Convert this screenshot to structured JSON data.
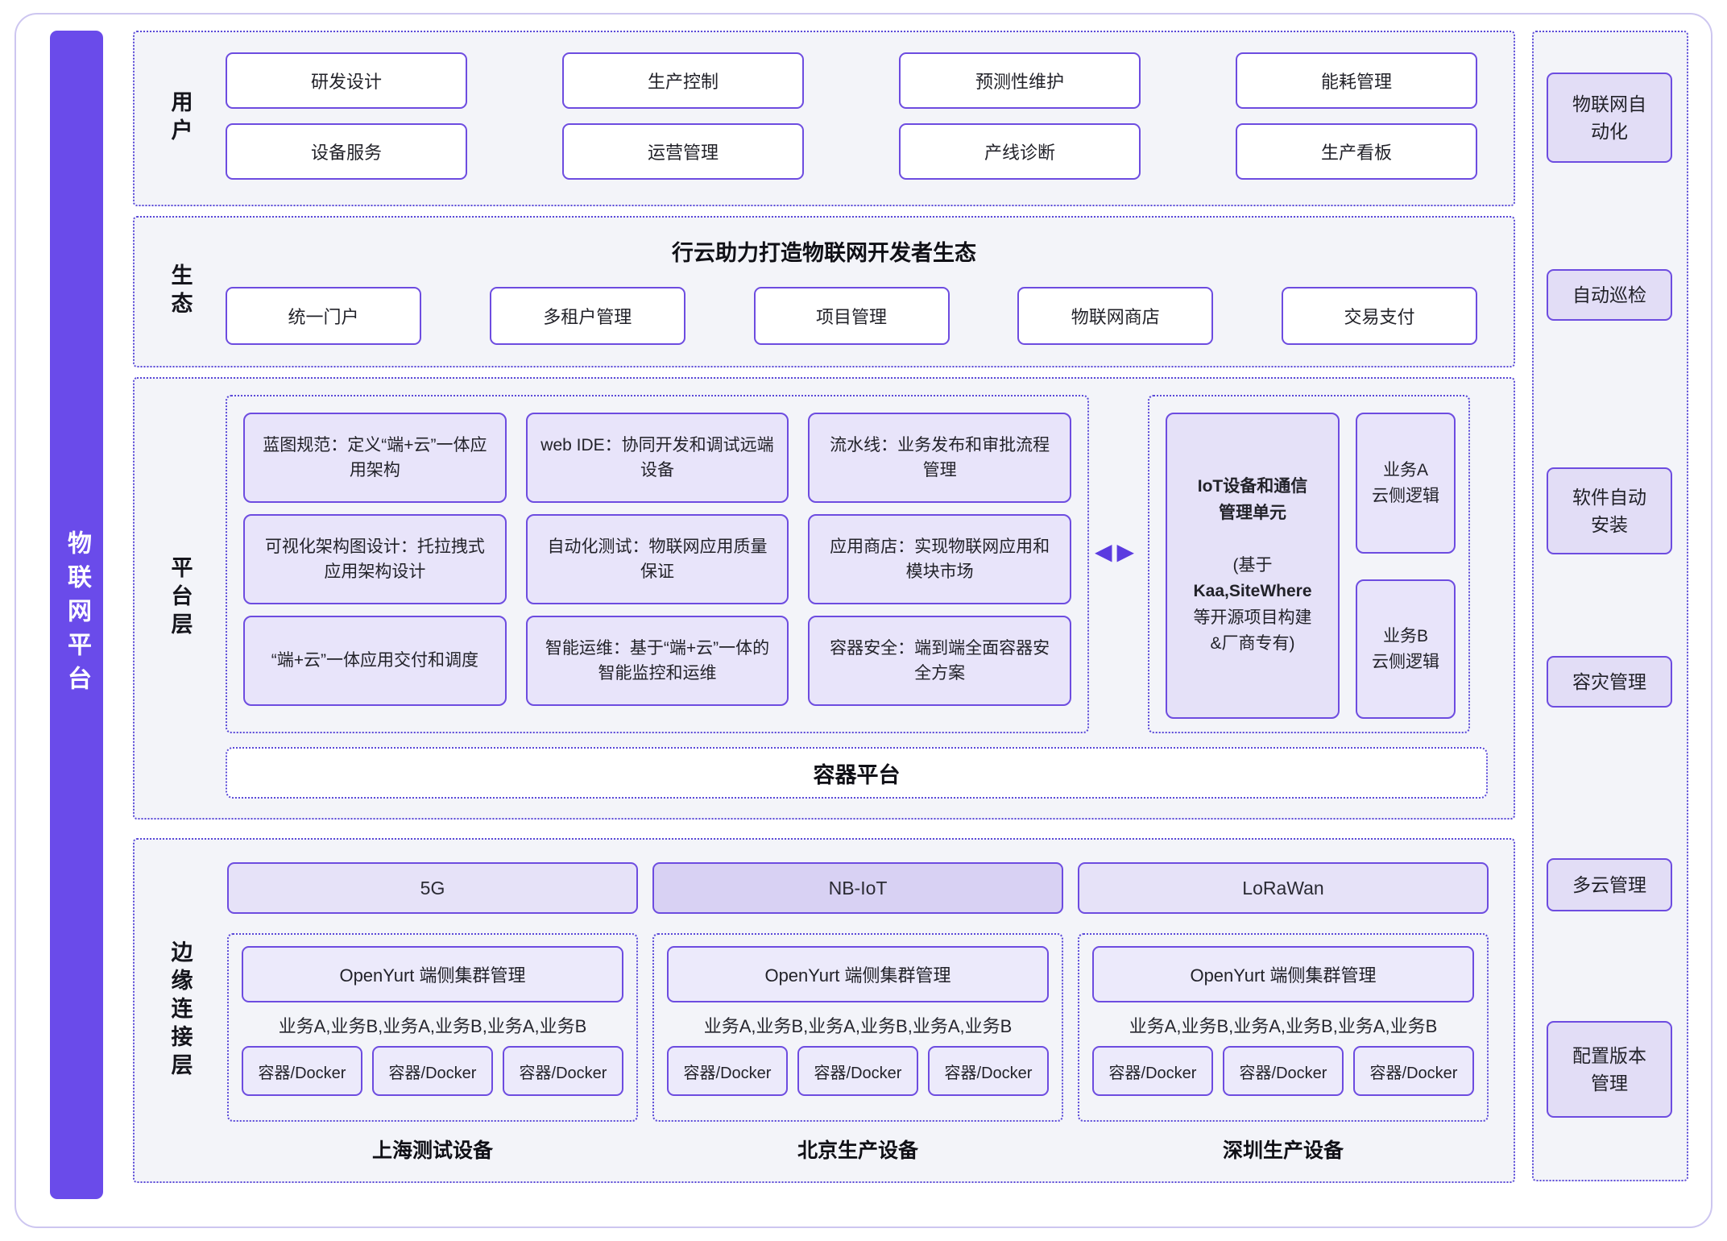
{
  "platform_bar": {
    "label": "物联网平台"
  },
  "sections": {
    "users": {
      "label": "用户",
      "boxes": [
        "研发设计",
        "生产控制",
        "预测性维护",
        "能耗管理",
        "设备服务",
        "运营管理",
        "产线诊断",
        "生产看板"
      ]
    },
    "ecosystem": {
      "label": "生态",
      "title": "行云助力打造物联网开发者生态",
      "boxes": [
        "统一门户",
        "多租户管理",
        "项目管理",
        "物联网商店",
        "交易支付"
      ]
    },
    "platform": {
      "label": "平台层",
      "capability_boxes": [
        "蓝图规范：定义“端+云”一体应用架构",
        "web IDE：协同开发和调试远端设备",
        "流水线：业务发布和审批流程管理",
        "可视化架构图设计：托拉拽式应用架构设计",
        "自动化测试：物联网应用质量保证",
        "应用商店：实现物联网应用和模块市场",
        "“端+云”一体应用交付和调度",
        "智能运维：基于“端+云”一体的智能监控和运维",
        "容器安全：端到端全面容器安全方案"
      ],
      "arrows": {
        "left": "◀",
        "right": "▶"
      },
      "iot_unit": {
        "title_line1": "IoT设备和通信",
        "title_line2": "管理单元",
        "sub_line1": "(基于",
        "sub_line2": "Kaa,SiteWhere",
        "sub_line3": "等开源项目构建",
        "sub_line4": "&厂商专有)"
      },
      "business_a": {
        "line1": "业务A",
        "line2": "云侧逻辑"
      },
      "business_b": {
        "line1": "业务B",
        "line2": "云侧逻辑"
      },
      "container_platform": "容器平台"
    },
    "edge": {
      "label": "边缘连接层",
      "clusters": [
        {
          "network": "5G",
          "cluster": "OpenYurt 端侧集群管理",
          "services": "业务A,业务B,业务A,业务B,业务A,业务B",
          "containers": [
            "容器/Docker",
            "容器/Docker",
            "容器/Docker"
          ],
          "site": "上海测试设备"
        },
        {
          "network": "NB-IoT",
          "cluster": "OpenYurt 端侧集群管理",
          "services": "业务A,业务B,业务A,业务B,业务A,业务B",
          "containers": [
            "容器/Docker",
            "容器/Docker",
            "容器/Docker"
          ],
          "site": "北京生产设备"
        },
        {
          "network": "LoRaWan",
          "cluster": "OpenYurt 端侧集群管理",
          "services": "业务A,业务B,业务A,业务B,业务A,业务B",
          "containers": [
            "容器/Docker",
            "容器/Docker",
            "容器/Docker"
          ],
          "site": "深圳生产设备"
        }
      ]
    }
  },
  "sidebar": {
    "items": [
      "物联网自动化",
      "自动巡检",
      "软件自动安装",
      "容灾管理",
      "多云管理",
      "配置版本管理"
    ]
  },
  "colors": {
    "accent_border": "#6d4ce0",
    "left_bar": "#6a4bea",
    "dotted_border": "#5a49d8",
    "box_fill_light": "#e8e4fa",
    "box_fill_mid": "#d8d1f3",
    "section_bg": "#f3f4f9"
  }
}
